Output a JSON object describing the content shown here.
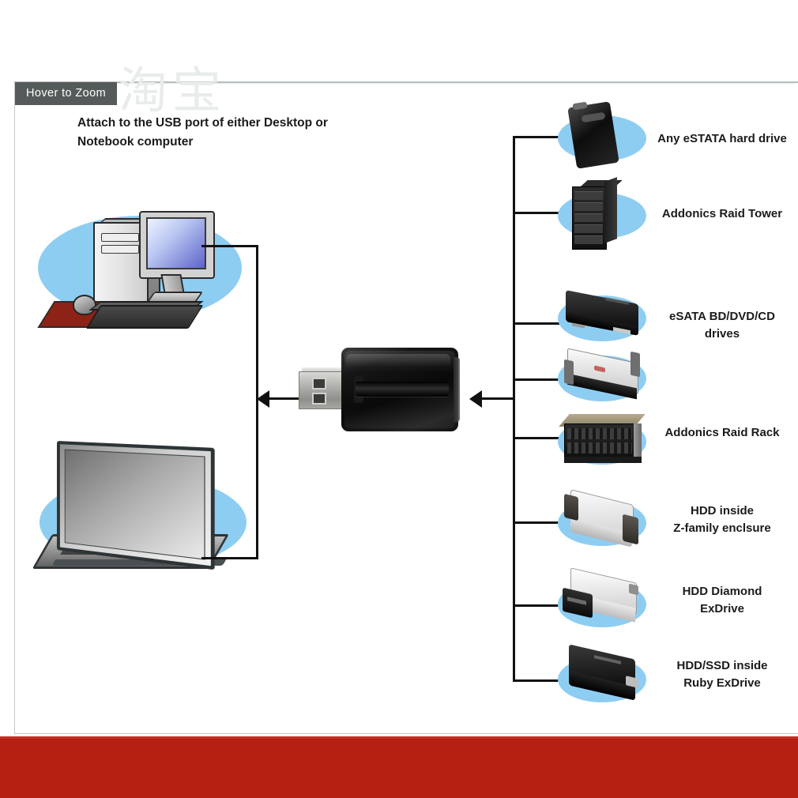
{
  "badge": {
    "label": "Hover to Zoom"
  },
  "watermark": {
    "text": "淘宝"
  },
  "intro": {
    "text": "Attach to the USB port of either Desktop or Notebook computer"
  },
  "sources": [
    {
      "name": "desktop-computer",
      "label": ""
    },
    {
      "name": "notebook-computer",
      "label": ""
    }
  ],
  "center_device": {
    "name": "usb-to-esata-adapter",
    "label": ""
  },
  "targets": [
    {
      "icon": "external-hard-drive-icon",
      "label": "Any eSTATA hard drive"
    },
    {
      "icon": "raid-tower-icon",
      "label": "Addonics Raid Tower"
    },
    {
      "icon": "optical-drive-icon",
      "label": "eSATA BD/DVD/CD drives"
    },
    {
      "icon": "bare-hard-drive-icon",
      "label": ""
    },
    {
      "icon": "raid-rack-icon",
      "label": "Addonics Raid Rack"
    },
    {
      "icon": "z-family-enclosure-icon",
      "label": "HDD inside Z-family enclsure"
    },
    {
      "icon": "diamond-exdrive-icon",
      "label": "HDD Diamond ExDrive"
    },
    {
      "icon": "ruby-exdrive-icon",
      "label": "HDD/SSD inside Ruby ExDrive"
    }
  ],
  "labels": {
    "t1": "Any eSTATA hard drive",
    "t2": "Addonics Raid Tower",
    "t3a": "eSATA BD/DVD/CD",
    "t3b": "drives",
    "t5": "Addonics Raid Rack",
    "t6a": "HDD inside",
    "t6b": "Z-family enclsure",
    "t7a": "HDD Diamond",
    "t7b": "ExDrive",
    "t8a": "HDD/SSD inside",
    "t8b": "Ruby ExDrive"
  },
  "colors": {
    "accent_blue": "#8ecdf2",
    "red_bar": "#b52012",
    "badge_bg": "#555b5a",
    "line": "#111111",
    "frame_border": "#c3c9c6"
  }
}
